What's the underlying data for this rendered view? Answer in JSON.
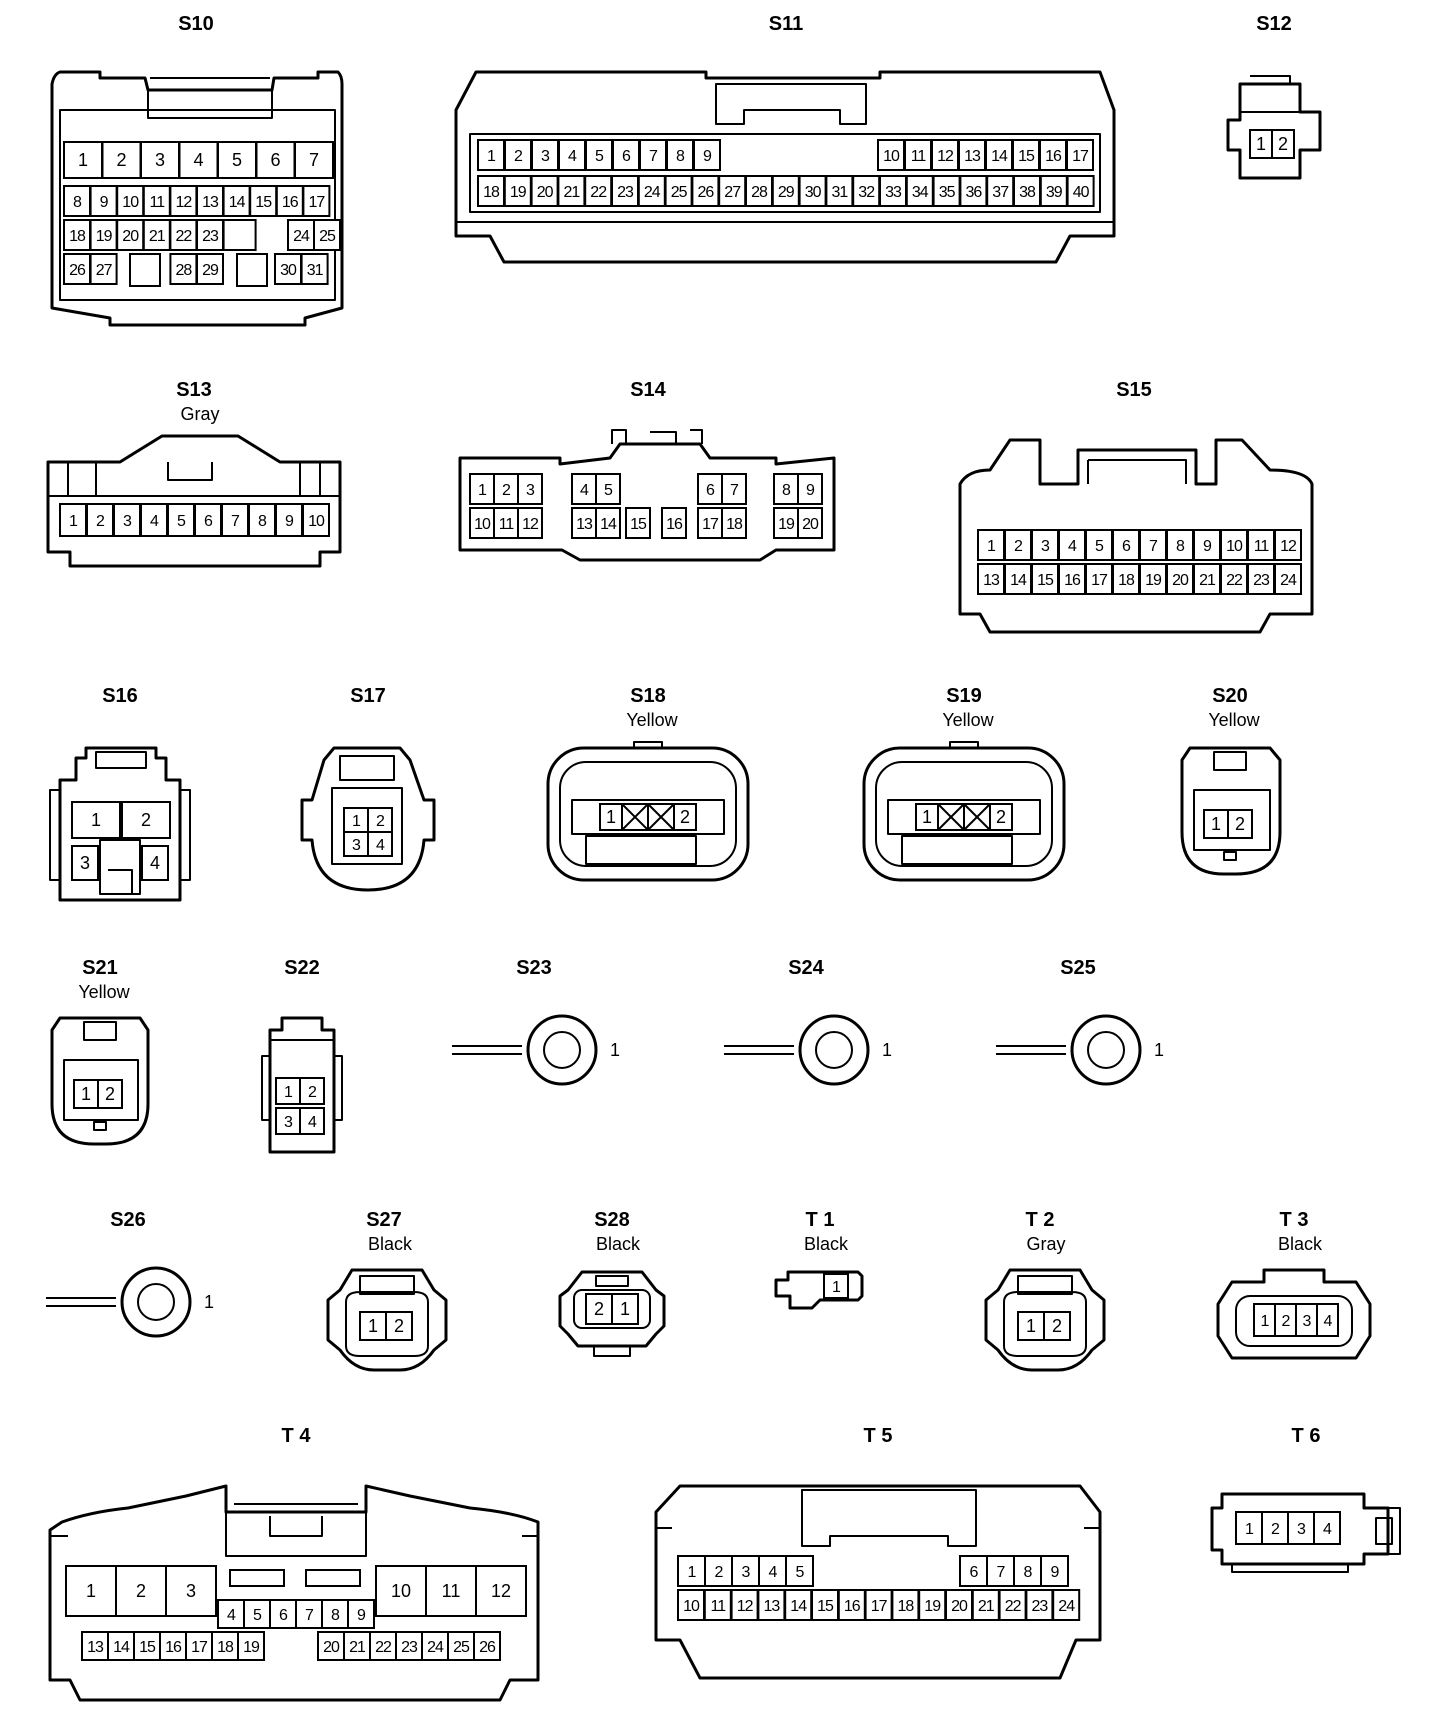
{
  "connectors": [
    {
      "id": "S10",
      "label": "S10",
      "color": "",
      "rows": [
        [
          "1",
          "2",
          "3",
          "4",
          "5",
          "6",
          "7"
        ],
        [
          "8",
          "9",
          "10",
          "11",
          "12",
          "13",
          "14",
          "15",
          "16",
          "17"
        ],
        [
          "18",
          "19",
          "20",
          "21",
          "22",
          "23",
          "24",
          "25"
        ],
        [
          "26",
          "27",
          "28",
          "29",
          "30",
          "31"
        ]
      ]
    },
    {
      "id": "S11",
      "label": "S11",
      "color": "",
      "rows": [
        [
          "1",
          "2",
          "3",
          "4",
          "5",
          "6",
          "7",
          "8",
          "9",
          "10",
          "11",
          "12",
          "13",
          "14",
          "15",
          "16",
          "17"
        ],
        [
          "18",
          "19",
          "20",
          "21",
          "22",
          "23",
          "24",
          "25",
          "26",
          "27",
          "28",
          "29",
          "30",
          "31",
          "32",
          "33",
          "34",
          "35",
          "36",
          "37",
          "38",
          "39",
          "40"
        ]
      ]
    },
    {
      "id": "S12",
      "label": "S12",
      "color": "",
      "rows": [
        [
          "1",
          "2"
        ]
      ]
    },
    {
      "id": "S13",
      "label": "S13",
      "color": "Gray",
      "rows": [
        [
          "1",
          "2",
          "3",
          "4",
          "5",
          "6",
          "7",
          "8",
          "9",
          "10"
        ]
      ]
    },
    {
      "id": "S14",
      "label": "S14",
      "color": "",
      "rows": [
        [
          "1",
          "2",
          "3",
          "4",
          "5",
          "6",
          "7",
          "8",
          "9"
        ],
        [
          "10",
          "11",
          "12",
          "13",
          "14",
          "15",
          "16",
          "17",
          "18",
          "19",
          "20"
        ]
      ]
    },
    {
      "id": "S15",
      "label": "S15",
      "color": "",
      "rows": [
        [
          "1",
          "2",
          "3",
          "4",
          "5",
          "6",
          "7",
          "8",
          "9",
          "10",
          "11",
          "12"
        ],
        [
          "13",
          "14",
          "15",
          "16",
          "17",
          "18",
          "19",
          "20",
          "21",
          "22",
          "23",
          "24"
        ]
      ]
    },
    {
      "id": "S16",
      "label": "S16",
      "color": "",
      "rows": [
        [
          "1",
          "2"
        ],
        [
          "3",
          "4"
        ]
      ]
    },
    {
      "id": "S17",
      "label": "S17",
      "color": "",
      "rows": [
        [
          "1",
          "2"
        ],
        [
          "3",
          "4"
        ]
      ]
    },
    {
      "id": "S18",
      "label": "S18",
      "color": "Yellow",
      "rows": [
        [
          "1",
          "2"
        ]
      ]
    },
    {
      "id": "S19",
      "label": "S19",
      "color": "Yellow",
      "rows": [
        [
          "1",
          "2"
        ]
      ]
    },
    {
      "id": "S20",
      "label": "S20",
      "color": "Yellow",
      "rows": [
        [
          "1",
          "2"
        ]
      ]
    },
    {
      "id": "S21",
      "label": "S21",
      "color": "Yellow",
      "rows": [
        [
          "1",
          "2"
        ]
      ]
    },
    {
      "id": "S22",
      "label": "S22",
      "color": "",
      "rows": [
        [
          "1",
          "2"
        ],
        [
          "3",
          "4"
        ]
      ]
    },
    {
      "id": "S23",
      "label": "S23",
      "color": "",
      "rows": [
        [
          "1"
        ]
      ]
    },
    {
      "id": "S24",
      "label": "S24",
      "color": "",
      "rows": [
        [
          "1"
        ]
      ]
    },
    {
      "id": "S25",
      "label": "S25",
      "color": "",
      "rows": [
        [
          "1"
        ]
      ]
    },
    {
      "id": "S26",
      "label": "S26",
      "color": "",
      "rows": [
        [
          "1"
        ]
      ]
    },
    {
      "id": "S27",
      "label": "S27",
      "color": "Black",
      "rows": [
        [
          "1",
          "2"
        ]
      ]
    },
    {
      "id": "S28",
      "label": "S28",
      "color": "Black",
      "rows": [
        [
          "2",
          "1"
        ]
      ]
    },
    {
      "id": "T1",
      "label": "T 1",
      "color": "Black",
      "rows": [
        [
          "1"
        ]
      ]
    },
    {
      "id": "T2",
      "label": "T 2",
      "color": "Gray",
      "rows": [
        [
          "1",
          "2"
        ]
      ]
    },
    {
      "id": "T3",
      "label": "T 3",
      "color": "Black",
      "rows": [
        [
          "1",
          "2",
          "3",
          "4"
        ]
      ]
    },
    {
      "id": "T4",
      "label": "T 4",
      "color": "",
      "rows": [
        [
          "1",
          "2",
          "3",
          "10",
          "11",
          "12"
        ],
        [
          "4",
          "5",
          "6",
          "7",
          "8",
          "9"
        ],
        [
          "13",
          "14",
          "15",
          "16",
          "17",
          "18",
          "19",
          "20",
          "21",
          "22",
          "23",
          "24",
          "25",
          "26"
        ]
      ]
    },
    {
      "id": "T5",
      "label": "T 5",
      "color": "",
      "rows": [
        [
          "1",
          "2",
          "3",
          "4",
          "5",
          "6",
          "7",
          "8",
          "9"
        ],
        [
          "10",
          "11",
          "12",
          "13",
          "14",
          "15",
          "16",
          "17",
          "18",
          "19",
          "20",
          "21",
          "22",
          "23",
          "24"
        ]
      ]
    },
    {
      "id": "T6",
      "label": "T 6",
      "color": "",
      "rows": [
        [
          "1",
          "2",
          "3",
          "4"
        ]
      ]
    }
  ]
}
